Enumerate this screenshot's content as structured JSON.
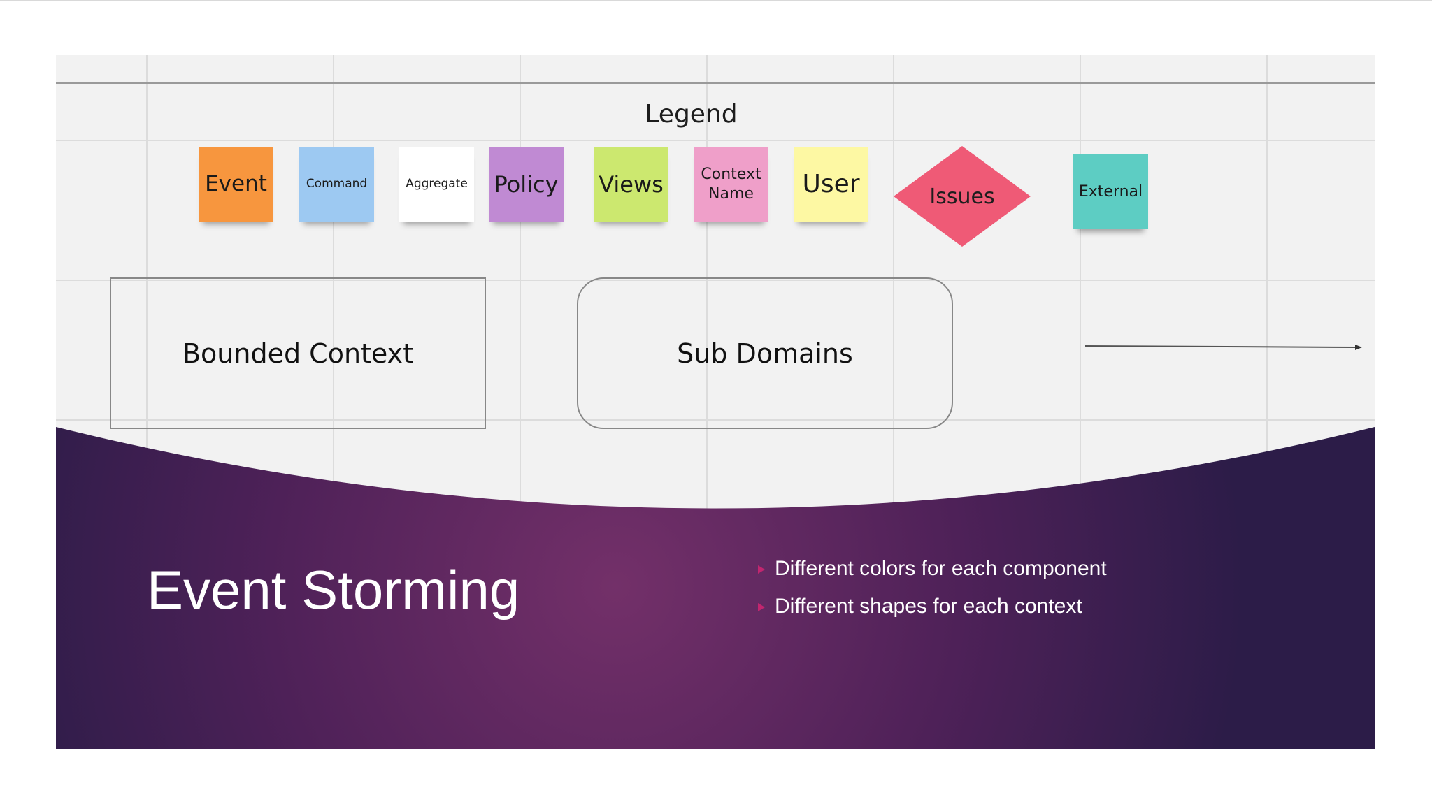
{
  "legend": {
    "title": "Legend",
    "items": [
      {
        "label": "Event",
        "color": "#f7963e"
      },
      {
        "label": "Command",
        "color": "#9dc9f2"
      },
      {
        "label": "Aggregate",
        "color": "#ffffff"
      },
      {
        "label": "Policy",
        "color": "#c08ad3"
      },
      {
        "label": "Views",
        "color": "#cce86f"
      },
      {
        "label": "Context\nName",
        "color": "#ef9fc9"
      },
      {
        "label": "User",
        "color": "#fdf8a3"
      },
      {
        "label": "Issues",
        "color": "#ef5a76",
        "shape": "diamond"
      },
      {
        "label": "External",
        "color": "#5dcdc3"
      }
    ]
  },
  "shapes": {
    "bounded_context": "Bounded Context",
    "sub_domains": "Sub Domains"
  },
  "slide": {
    "title": "Event Storming",
    "bullets": [
      "Different colors for each component",
      "Different shapes for each context"
    ],
    "bullet_color": "#c2266f",
    "band_color": "#4b2156"
  }
}
